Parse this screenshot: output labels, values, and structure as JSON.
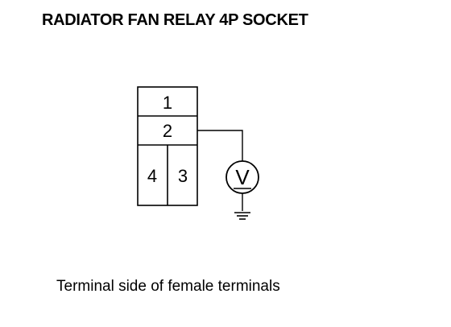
{
  "title": "RADIATOR FAN RELAY 4P SOCKET",
  "connector": {
    "terminals": [
      "1",
      "2",
      "4",
      "3"
    ],
    "probe_terminal": "2"
  },
  "meter": {
    "symbol": "V",
    "icon": "voltmeter-icon"
  },
  "ground": {
    "icon": "ground-icon"
  },
  "caption": "Terminal side of female terminals"
}
